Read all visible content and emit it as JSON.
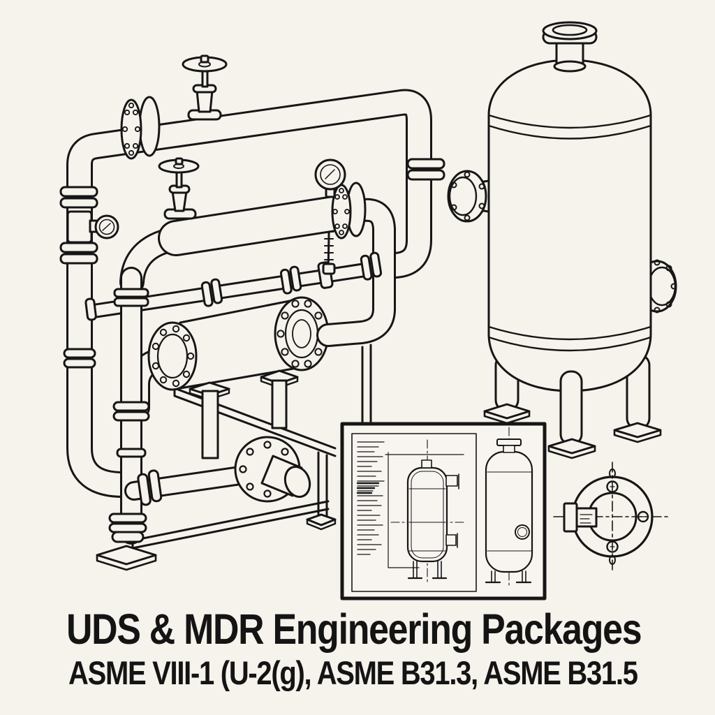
{
  "page": {
    "background_color": "#F6F2EC",
    "line_color": "#161616",
    "inset_background_color": "#F8F5F0"
  },
  "caption": {
    "title": "UDS & MDR Engineering Packages",
    "subtitle": "ASME VIII-1 (U-2(g), ASME B31.3, ASME B31.5"
  },
  "illustration": {
    "components": [
      "isometric piping skid with globe valves, bolted flanges and pressure gauges",
      "shell-and-tube exchanger spool on a support frame",
      "blind flange with bolt circle",
      "vertical pressure vessel on three legs with flanged nozzles",
      "general-arrangement drawing inset with vessel front and side elevations and notes column",
      "flange bolt-circle detail with centerlines"
    ]
  }
}
